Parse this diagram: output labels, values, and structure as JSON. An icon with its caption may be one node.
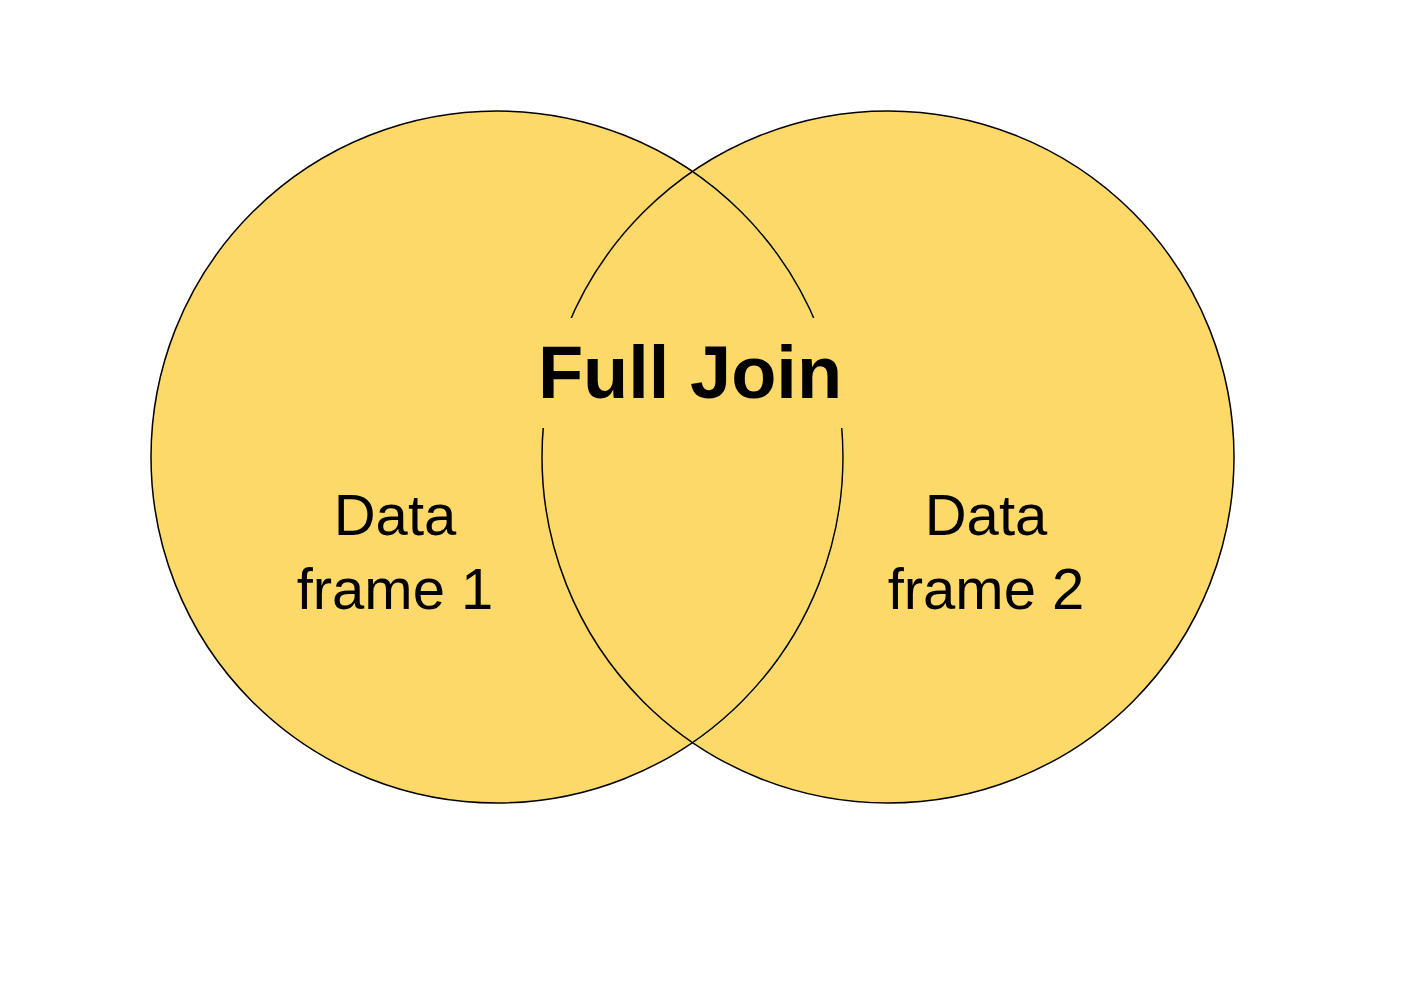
{
  "diagram": {
    "title": "Full Join",
    "nodes": [
      {
        "text": [
          "Data frame 1"
        ]
      },
      {
        "text": [
          "Data frame 2"
        ]
      }
    ]
  }
}
